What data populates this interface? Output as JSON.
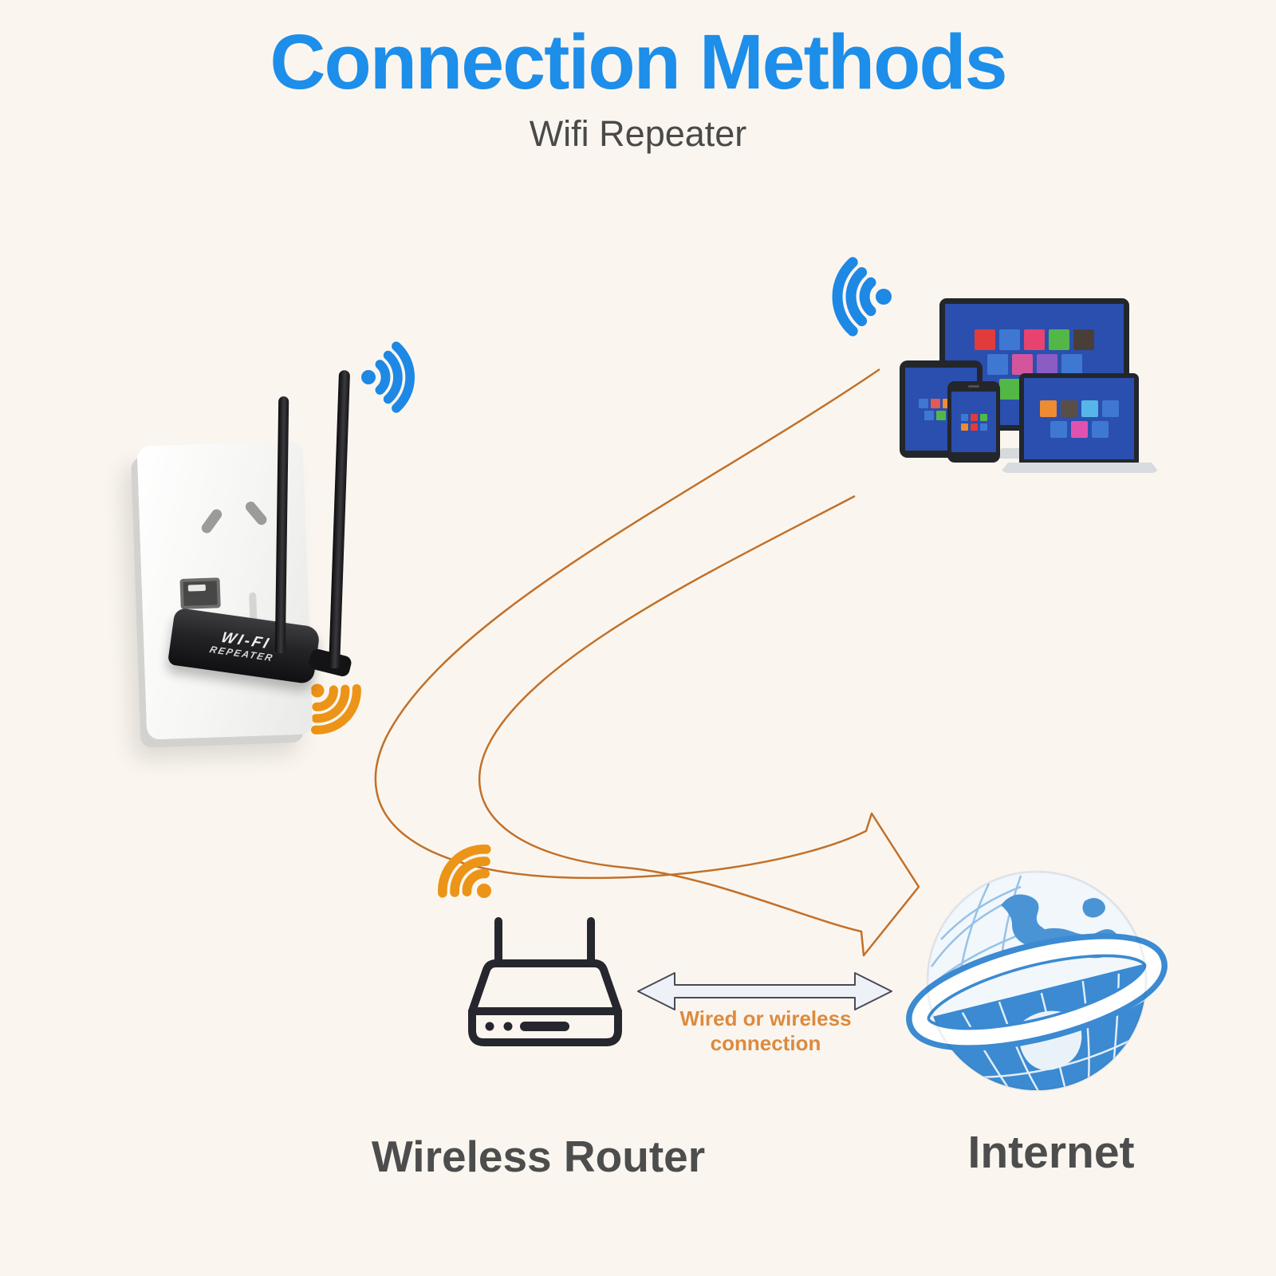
{
  "header": {
    "title": "Connection Methods",
    "subtitle": "Wifi Repeater"
  },
  "repeater": {
    "label_line1": "WI-FI",
    "label_line2": "REPEATER"
  },
  "captions": {
    "router": "Wireless Router",
    "internet": "Internet",
    "connection": "Wired or wireless connection"
  },
  "palette": {
    "background": "#faf6ef",
    "title_blue": "#1d8ee9",
    "subtitle_gray": "#4a4a4a",
    "wifi_blue": "#1e88e5",
    "wifi_orange": "#ec9417",
    "flow_arrow_orange": "#c2702a",
    "connection_text_orange": "#dd8a3f",
    "caption_gray": "#4d4d4d",
    "device_screen_blue": "#2b4fae",
    "globe_blue": "#3b8ad2"
  },
  "icons": {
    "wifi_signal_repeater_blue": "wifi waves radiating right from repeater antennas, blue",
    "wifi_signal_devices_blue": "wifi waves radiating left from devices, blue",
    "wifi_signal_repeater_orange": "wifi waves radiating down-right below repeater, orange",
    "wifi_signal_router_orange": "wifi waves radiating up-left above router, orange",
    "router_icon": "line-art wireless router with two antennas",
    "globe_icon": "blue internet globe with white ring band",
    "flow_arrow": "large orange outlined arrow sweeping from devices to internet globe",
    "double_arrow": "gray double-headed arrow between router and globe"
  },
  "devices": {
    "monitor_tiles": [
      [
        "#e23b3b",
        "#3e78d2",
        "#e8436e",
        "#53b748",
        "#4a3f38"
      ],
      [
        "#3e78d2",
        "#d4559c",
        "#8a5cc4",
        "#3e78d2"
      ],
      [
        "#53b748",
        "#4a3f38",
        "#d79ab5"
      ]
    ],
    "laptop_tiles": [
      [
        "#ef8b31",
        "#5a4f48",
        "#56b6e8",
        "#3e78d2"
      ],
      [
        "#3e78d2",
        "#e052b0",
        "#3e78d2"
      ]
    ],
    "tablet_tiles": [
      [
        "#3e78d2",
        "#e05a5a",
        "#ef8b31",
        "#53b748"
      ],
      [
        "#3e78d2",
        "#53b748",
        "#e05a5a"
      ]
    ],
    "phone_tiles": [
      [
        "#3e78d2",
        "#e23b3b",
        "#53b748"
      ],
      [
        "#ef8b31",
        "#e23b3b",
        "#3e78d2"
      ]
    ]
  }
}
